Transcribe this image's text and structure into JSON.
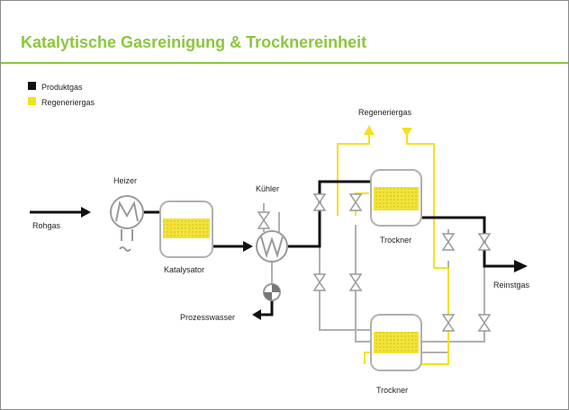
{
  "title": "Katalytische Gasreinigung & Trocknereinheit",
  "legend": [
    {
      "label": "Produktgas",
      "color": "#111111"
    },
    {
      "label": "Regeneriergas",
      "color": "#f5e11c"
    }
  ],
  "labels": {
    "rohgas": "Rohgas",
    "heizer": "Heizer",
    "katalysator": "Katalysator",
    "kuehler": "Kühler",
    "prozesswasser": "Prozesswasser",
    "regeneriergas": "Regeneriergas",
    "trockner_top": "Trockner",
    "trockner_bottom": "Trockner",
    "reinstgas": "Reinstgas"
  },
  "colors": {
    "accent": "#8cc63f",
    "product": "#111111",
    "regen": "#f5e11c",
    "equipment": "#b0b0b0"
  }
}
